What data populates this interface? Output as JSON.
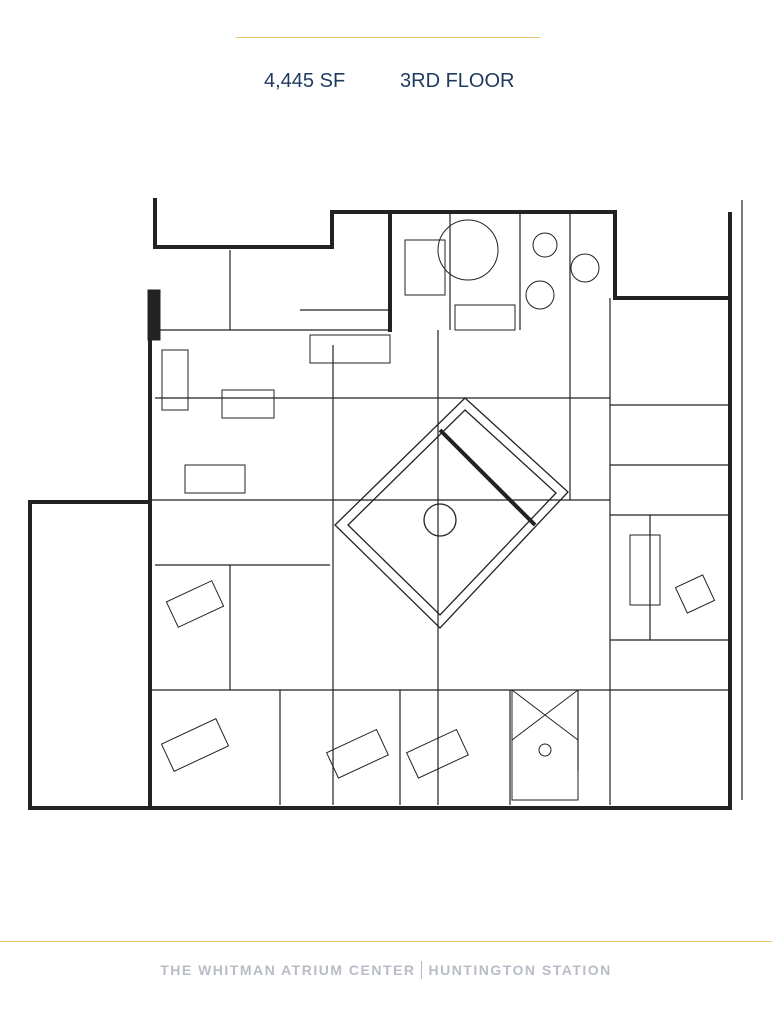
{
  "header": {
    "area": "4,445 SF",
    "floor": "3RD FLOOR"
  },
  "plan": {
    "image": "floor-plan-drawing"
  },
  "footer": {
    "building": "THE WHITMAN ATRIUM CENTER",
    "location": "HUNTINGTON STATION"
  },
  "colors": {
    "accent": "#e9c46f",
    "title": "#1f3a5f",
    "footer": "#b8bcc6"
  }
}
